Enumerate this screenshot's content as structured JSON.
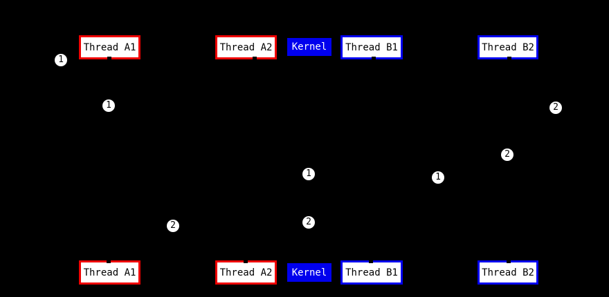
{
  "diagram": {
    "type": "sequence-diagram",
    "background_color": "#000000",
    "colors": {
      "thread_a_border": "#ee0000",
      "thread_b_border": "#0000ee",
      "kernel_fill": "#0000ee",
      "kernel_text": "#ffffff",
      "participant_fill": "#ffffff",
      "participant_text": "#000000",
      "badge_fill": "#ffffff",
      "badge_text": "#000000"
    },
    "participants": [
      {
        "id": "thread-a1",
        "label": "Thread A1",
        "accent": "red"
      },
      {
        "id": "thread-a2",
        "label": "Thread A2",
        "accent": "red"
      },
      {
        "id": "kernel",
        "label": "Kernel",
        "accent": "blue-filled"
      },
      {
        "id": "thread-b1",
        "label": "Thread B1",
        "accent": "blue"
      },
      {
        "id": "thread-b2",
        "label": "Thread B2",
        "accent": "blue"
      }
    ],
    "step_badges": [
      {
        "n": "1"
      },
      {
        "n": "1"
      },
      {
        "n": "2"
      },
      {
        "n": "2"
      },
      {
        "n": "1"
      },
      {
        "n": "1"
      },
      {
        "n": "2"
      },
      {
        "n": "2"
      }
    ]
  }
}
